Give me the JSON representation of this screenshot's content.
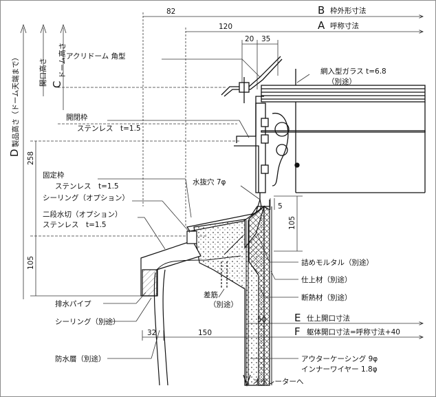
{
  "dimensions": {
    "top_82": "82",
    "top_120": "120",
    "top_20": "20",
    "top_35": "35",
    "left_258": "258",
    "left_105": "105",
    "right_105": "105",
    "gap_5": "5",
    "bottom_50": "50",
    "bottom_32": "32",
    "bottom_150": "150"
  },
  "letter_dimensions": {
    "B": {
      "letter": "B",
      "text": "枠外形寸法"
    },
    "A": {
      "letter": "A",
      "text": "呼称寸法"
    },
    "E": {
      "letter": "E",
      "text": "仕上開口寸法"
    },
    "F": {
      "letter": "F",
      "text": "躯体開口寸法=呼称寸法+40"
    },
    "D": {
      "letter": "D",
      "text": "製品高さ（ドーム天端まで）"
    },
    "C": {
      "letter": "C",
      "text": "ドーム高さ"
    },
    "opening": "開口高さ"
  },
  "labels": {
    "acryl_dome": "アクリドーム 角型",
    "wire_glass_1": "網入型ガラス t=6.8",
    "wire_glass_2": "（別途）",
    "open_frame_1": "開閉枠",
    "open_frame_2": "ステンレス　t=1.5",
    "fixed_frame_1": "固定枠",
    "fixed_frame_2": "ステンレス　t=1.5",
    "drain_hole": "水抜穴 7φ",
    "sealing_option": "シーリング（オプション）",
    "double_flashing_1": "二段水切（オプション）",
    "double_flashing_2": "ステンレス　t=1.5",
    "mortar": "詰めモルタル（別途）",
    "finish": "仕上材（別途）",
    "insulation": "断熱材（別途）",
    "rebar_1": "差筋",
    "rebar_2": "（別途）",
    "drain_pipe": "排水パイプ",
    "sealing_separate": "シーリング（別途）",
    "waterproof": "防水層（別途）",
    "outer_casing": "アウターケーシング 9φ",
    "inner_wire": "インナーワイヤー 1.8φ",
    "to_operator": "オペレーターへ"
  }
}
